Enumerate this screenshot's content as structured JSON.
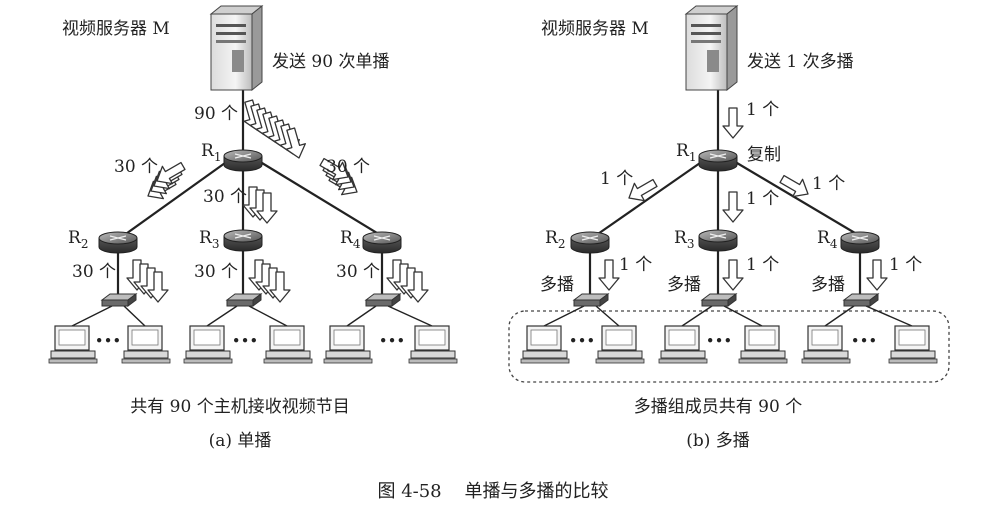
{
  "left": {
    "server_label": "视频服务器 M",
    "send_label": "发送 90 次单播",
    "count_r1": "90 个",
    "r1": {
      "name": "R",
      "sub": "1"
    },
    "r2": {
      "name": "R",
      "sub": "2"
    },
    "r3": {
      "name": "R",
      "sub": "3"
    },
    "r4": {
      "name": "R",
      "sub": "4"
    },
    "count_to_r2": "30 个",
    "count_to_r3": "30 个",
    "count_to_r4": "30 个",
    "count_r2_sw": "30 个",
    "count_r3_sw": "30 个",
    "count_r4_sw": "30 个",
    "caption": "共有 90 个主机接收视频节目",
    "sub_caption": "(a) 单播"
  },
  "right": {
    "server_label": "视频服务器 M",
    "send_label": "发送 1 次多播",
    "count_r1": "1 个",
    "copy_label": "复制",
    "r1": {
      "name": "R",
      "sub": "1"
    },
    "r2": {
      "name": "R",
      "sub": "2"
    },
    "r3": {
      "name": "R",
      "sub": "3"
    },
    "r4": {
      "name": "R",
      "sub": "4"
    },
    "count_to_r2": "1 个",
    "count_to_r3": "1 个",
    "count_to_r4": "1 个",
    "count_r2_sw": "1 个",
    "count_r3_sw": "1 个",
    "count_r4_sw": "1 个",
    "multicast_label_1": "多播",
    "multicast_label_2": "多播",
    "multicast_label_3": "多播",
    "caption": "多播组成员共有 90 个",
    "sub_caption": "(b) 多播"
  },
  "ellipsis": "•••",
  "figure_caption": "图 4-58    单播与多播的比较"
}
